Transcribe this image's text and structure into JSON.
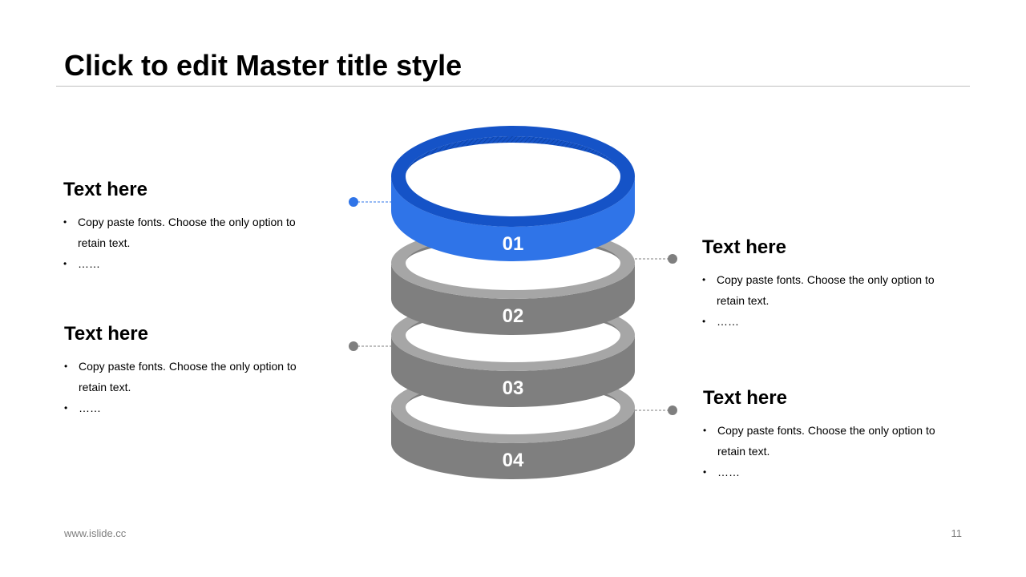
{
  "slide": {
    "title": "Click to edit Master title style",
    "footer_url": "www.islide.cc",
    "page_number": "11"
  },
  "colors": {
    "accent": "#2f74e8",
    "accent_dark": "#1553c7",
    "ring_side": "#7f7f7f",
    "ring_top": "#a6a6a6"
  },
  "rings": [
    {
      "label": "01",
      "active": true
    },
    {
      "label": "02",
      "active": false
    },
    {
      "label": "03",
      "active": false
    },
    {
      "label": "04",
      "active": false
    }
  ],
  "blocks": [
    {
      "heading": "Text here",
      "bullets": [
        "Copy paste fonts. Choose the only option to retain text.",
        "……"
      ]
    },
    {
      "heading": "Text here",
      "bullets": [
        "Copy paste fonts. Choose the only option to retain text.",
        "……"
      ]
    },
    {
      "heading": "Text here",
      "bullets": [
        "Copy paste fonts. Choose the only option to retain text.",
        "……"
      ]
    },
    {
      "heading": "Text here",
      "bullets": [
        "Copy paste fonts. Choose the only option to retain text.",
        "……"
      ]
    }
  ]
}
